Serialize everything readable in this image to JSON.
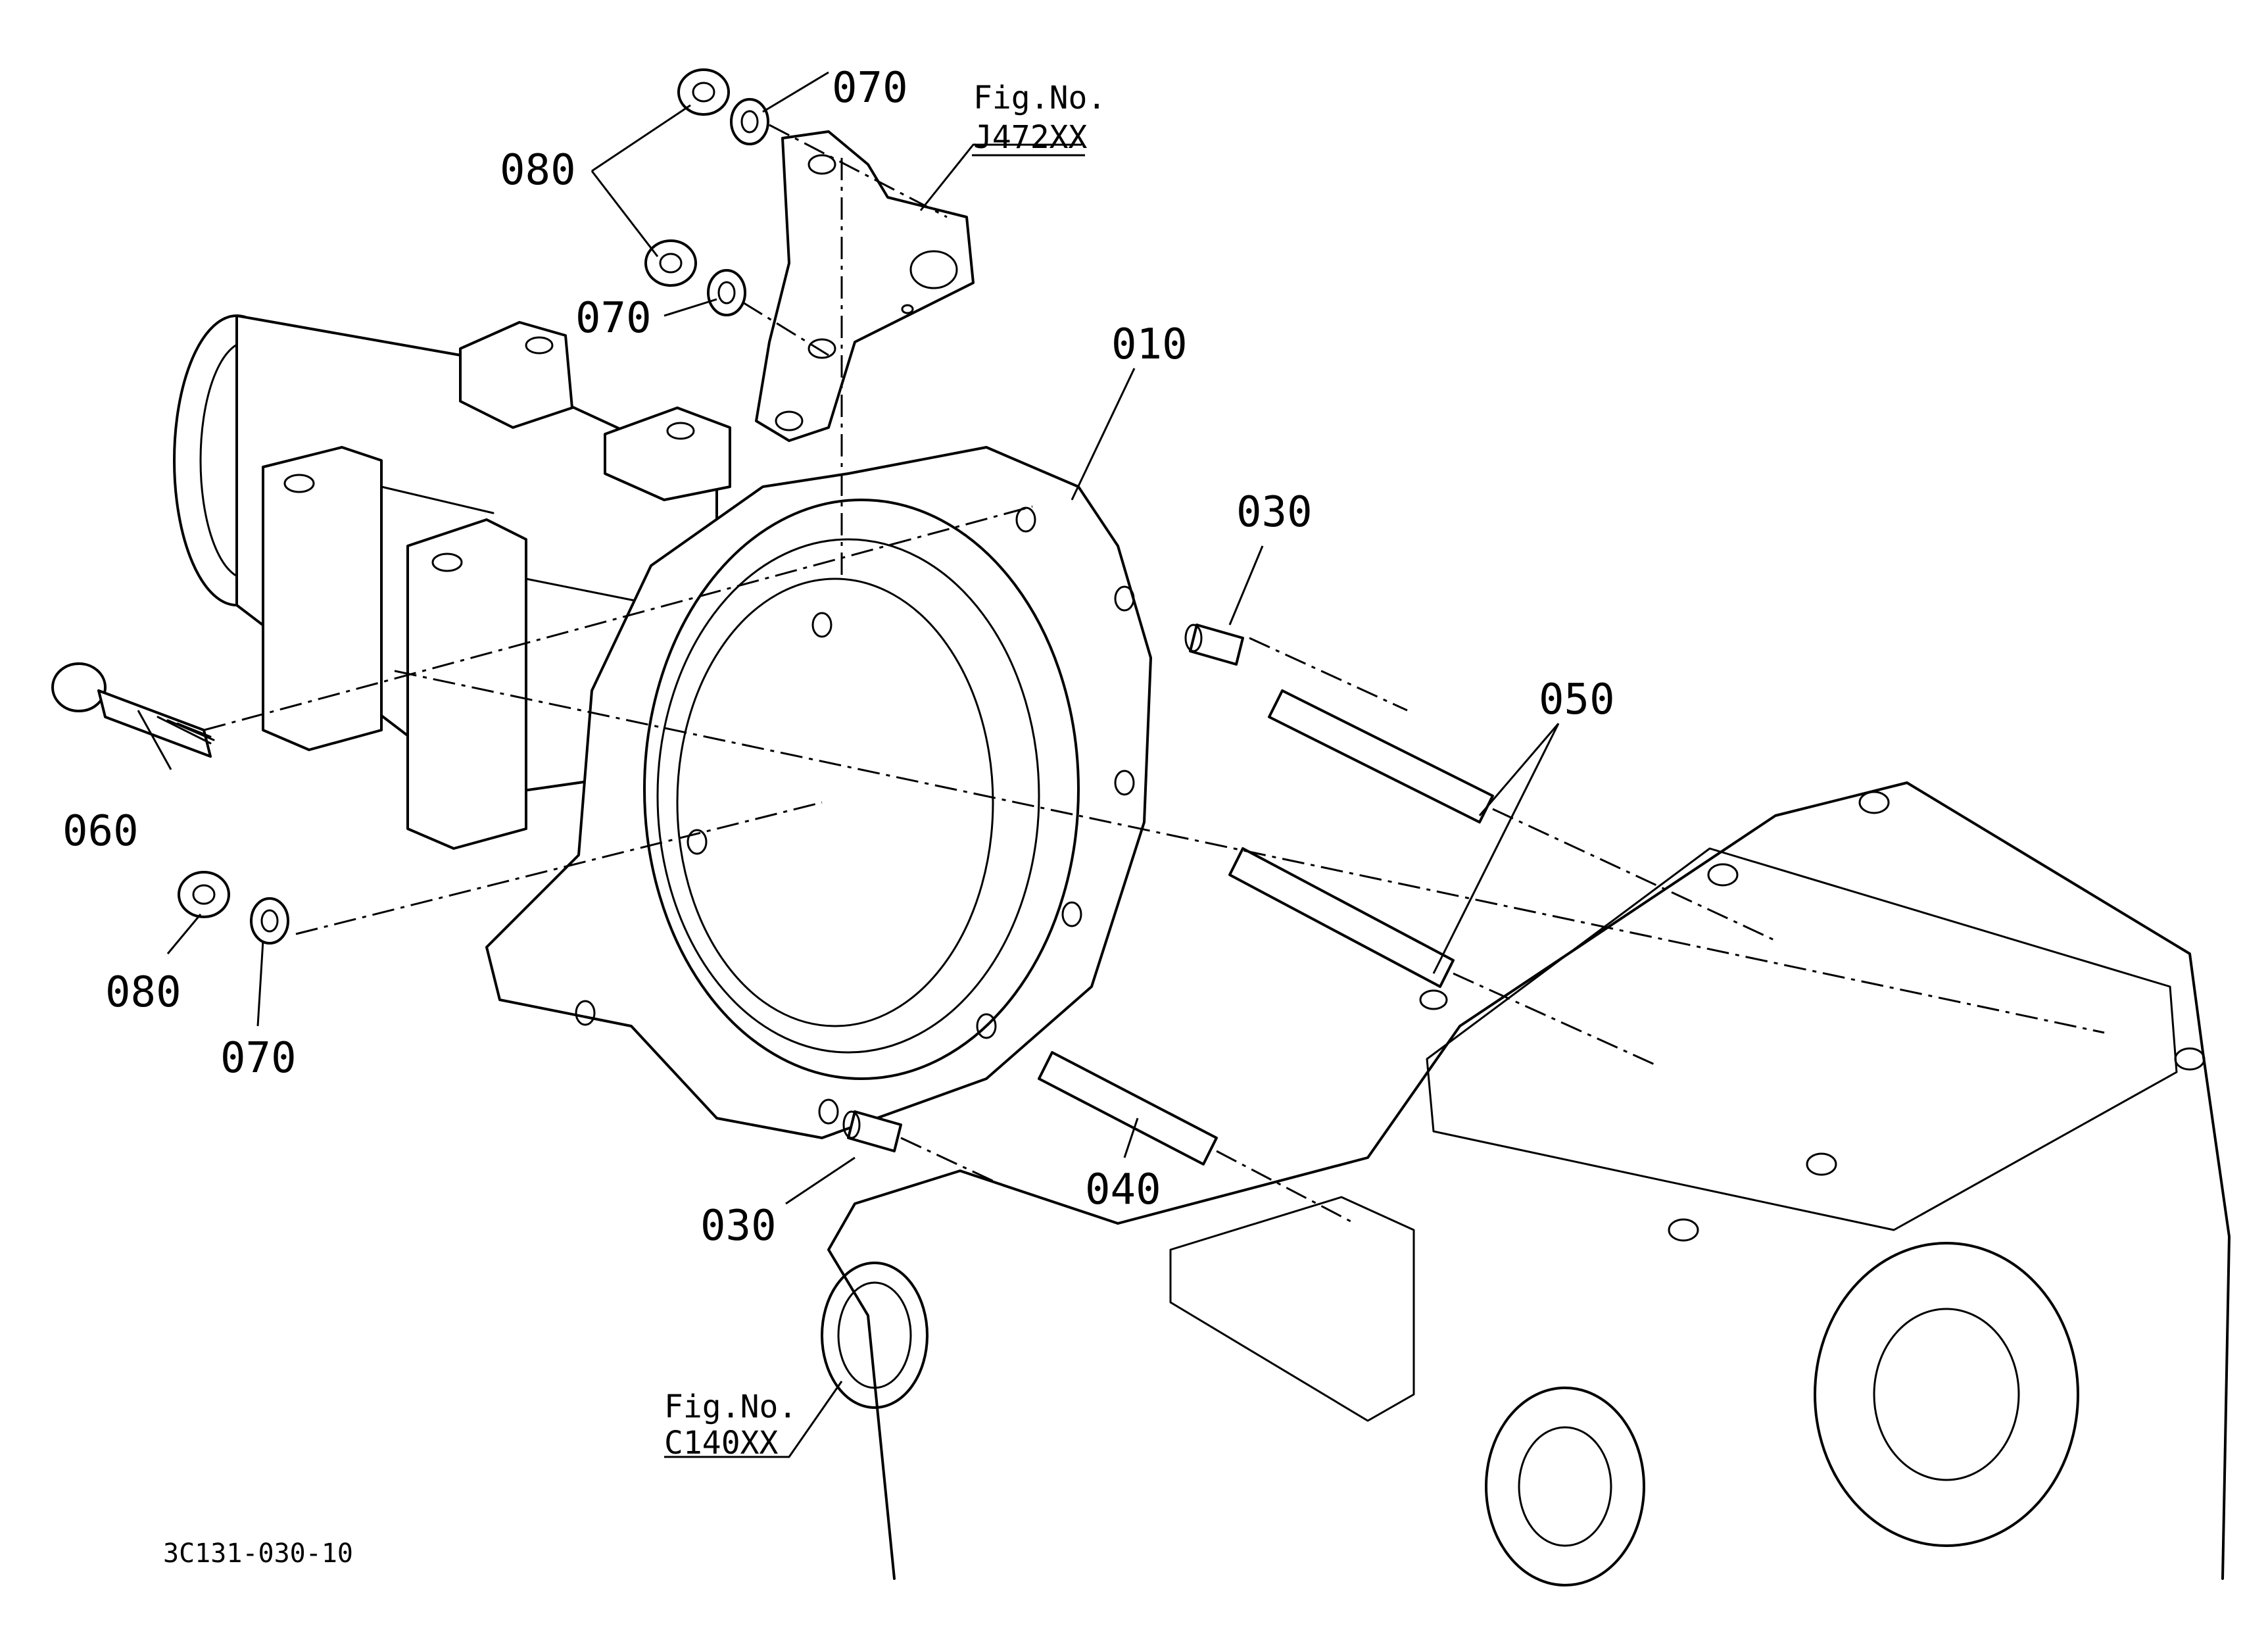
{
  "drawing_code": "3C131-030-10",
  "fig_refs": [
    {
      "prefix": "Fig.No.",
      "code": "J472XX"
    },
    {
      "prefix": "Fig.No.",
      "code": "C140XX"
    }
  ],
  "callouts": {
    "p070_top": "070",
    "p080_top": "080",
    "p070_mid": "070",
    "p010": "010",
    "p030_top": "030",
    "p050": "050",
    "p060": "060",
    "p080_bot": "080",
    "p070_bot": "070",
    "p040": "040",
    "p030_bot": "030"
  }
}
